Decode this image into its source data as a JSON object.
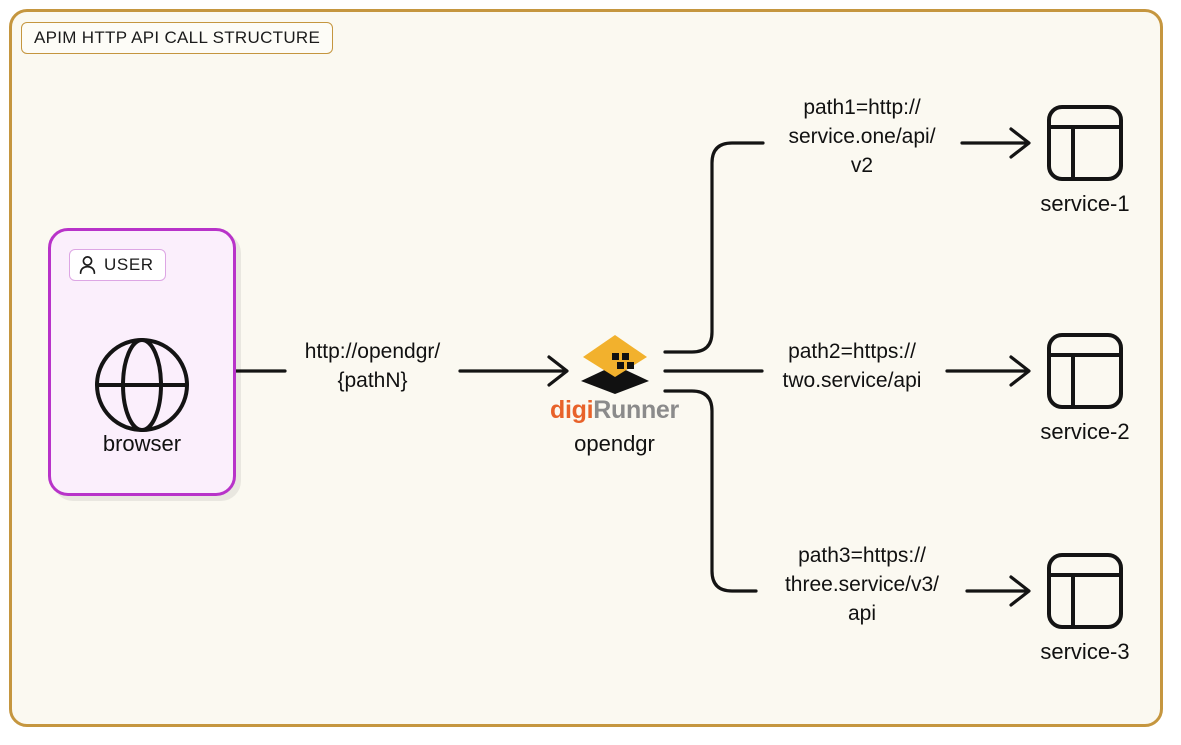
{
  "panel": {
    "title": "APIM HTTP API CALL STRUCTURE",
    "background_color": "#fbf9f1",
    "border_color": "#c5963f"
  },
  "client": {
    "badge_label": "USER",
    "badge_icon": "person-icon",
    "node_icon": "globe-icon",
    "node_label": "browser",
    "box_border_color": "#b833c9",
    "box_fill_color": "#fbeffc"
  },
  "gateway": {
    "logo_icon": "digirunner-diamond-logo",
    "wordmark_first": "digi",
    "wordmark_second": "Runner",
    "wordmark_first_color": "#e8622a",
    "wordmark_second_color": "#8b8b8b",
    "name": "opendgr"
  },
  "edges": {
    "client_to_gateway": "http://opendgr/\n{pathN}",
    "gateway_to_service_1": "path1=http://\nservice.one/api/\nv2",
    "gateway_to_service_2": "path2=https://\ntwo.service/api",
    "gateway_to_service_3": "path3=https://\nthree.service/v3/\napi"
  },
  "services": [
    {
      "icon": "layout-panel-icon",
      "label": "service-1"
    },
    {
      "icon": "layout-panel-icon",
      "label": "service-2"
    },
    {
      "icon": "layout-panel-icon",
      "label": "service-3"
    }
  ]
}
